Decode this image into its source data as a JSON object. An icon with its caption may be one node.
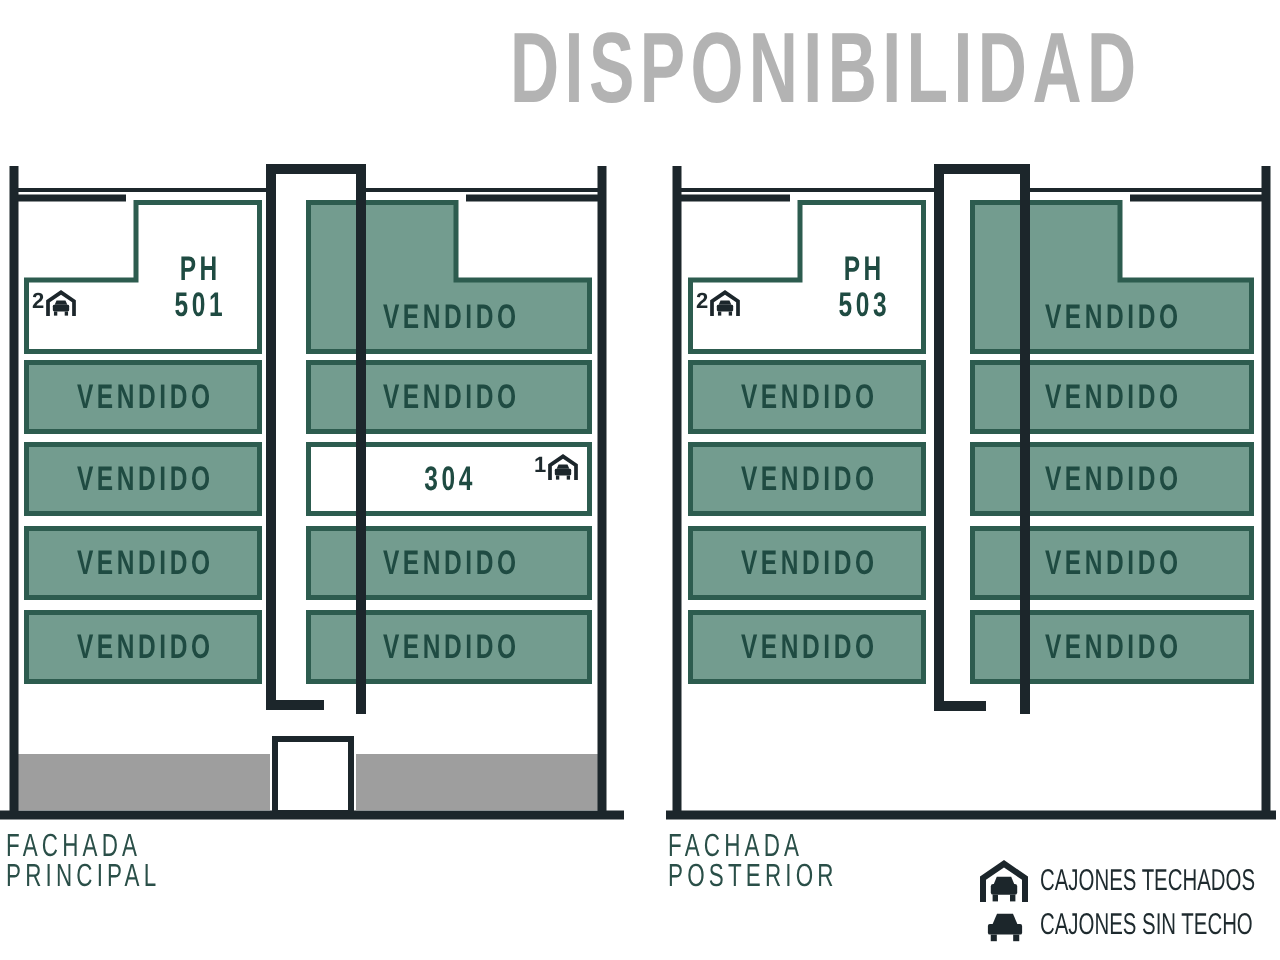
{
  "diagram": {
    "title": "DISPONIBILIDAD",
    "nodes": [
      {
        "text": [
          "FACHADA PRINCIPAL"
        ]
      },
      {
        "text": [
          "2",
          "PH 501"
        ],
        "in": 0
      },
      {
        "text": [
          "VENDIDO"
        ],
        "in": 0
      },
      {
        "text": [
          "VENDIDO"
        ],
        "in": 0
      },
      {
        "text": [
          "VENDIDO"
        ],
        "in": 0
      },
      {
        "text": [
          "VENDIDO"
        ],
        "in": 0
      },
      {
        "text": [
          "304",
          "1"
        ],
        "in": 0
      },
      {
        "text": [
          "VENDIDO"
        ],
        "in": 0
      },
      {
        "text": [
          "VENDIDO"
        ],
        "in": 0
      },
      {
        "text": [
          "VENDIDO"
        ],
        "in": 0
      },
      {
        "text": [
          "VENDIDO"
        ],
        "in": 0
      },
      {
        "text": [
          "FACHADA POSTERIOR"
        ]
      },
      {
        "text": [
          "2",
          "PH 503"
        ],
        "in": 11
      },
      {
        "text": [
          "VENDIDO"
        ],
        "in": 11
      },
      {
        "text": [
          "VENDIDO"
        ],
        "in": 11
      },
      {
        "text": [
          "VENDIDO"
        ],
        "in": 11
      },
      {
        "text": [
          "VENDIDO"
        ],
        "in": 11
      },
      {
        "text": [
          "VENDIDO"
        ],
        "in": 11
      },
      {
        "text": [
          "VENDIDO"
        ],
        "in": 11
      },
      {
        "text": [
          "VENDIDO"
        ],
        "in": 11
      },
      {
        "text": [
          "VENDIDO"
        ],
        "in": 11
      },
      {
        "text": [
          "VENDIDO"
        ],
        "in": 11
      }
    ],
    "legend": [
      {
        "text": "CAJONES TECHADOS"
      },
      {
        "text": "CAJONES SIN TECHO"
      }
    ]
  }
}
